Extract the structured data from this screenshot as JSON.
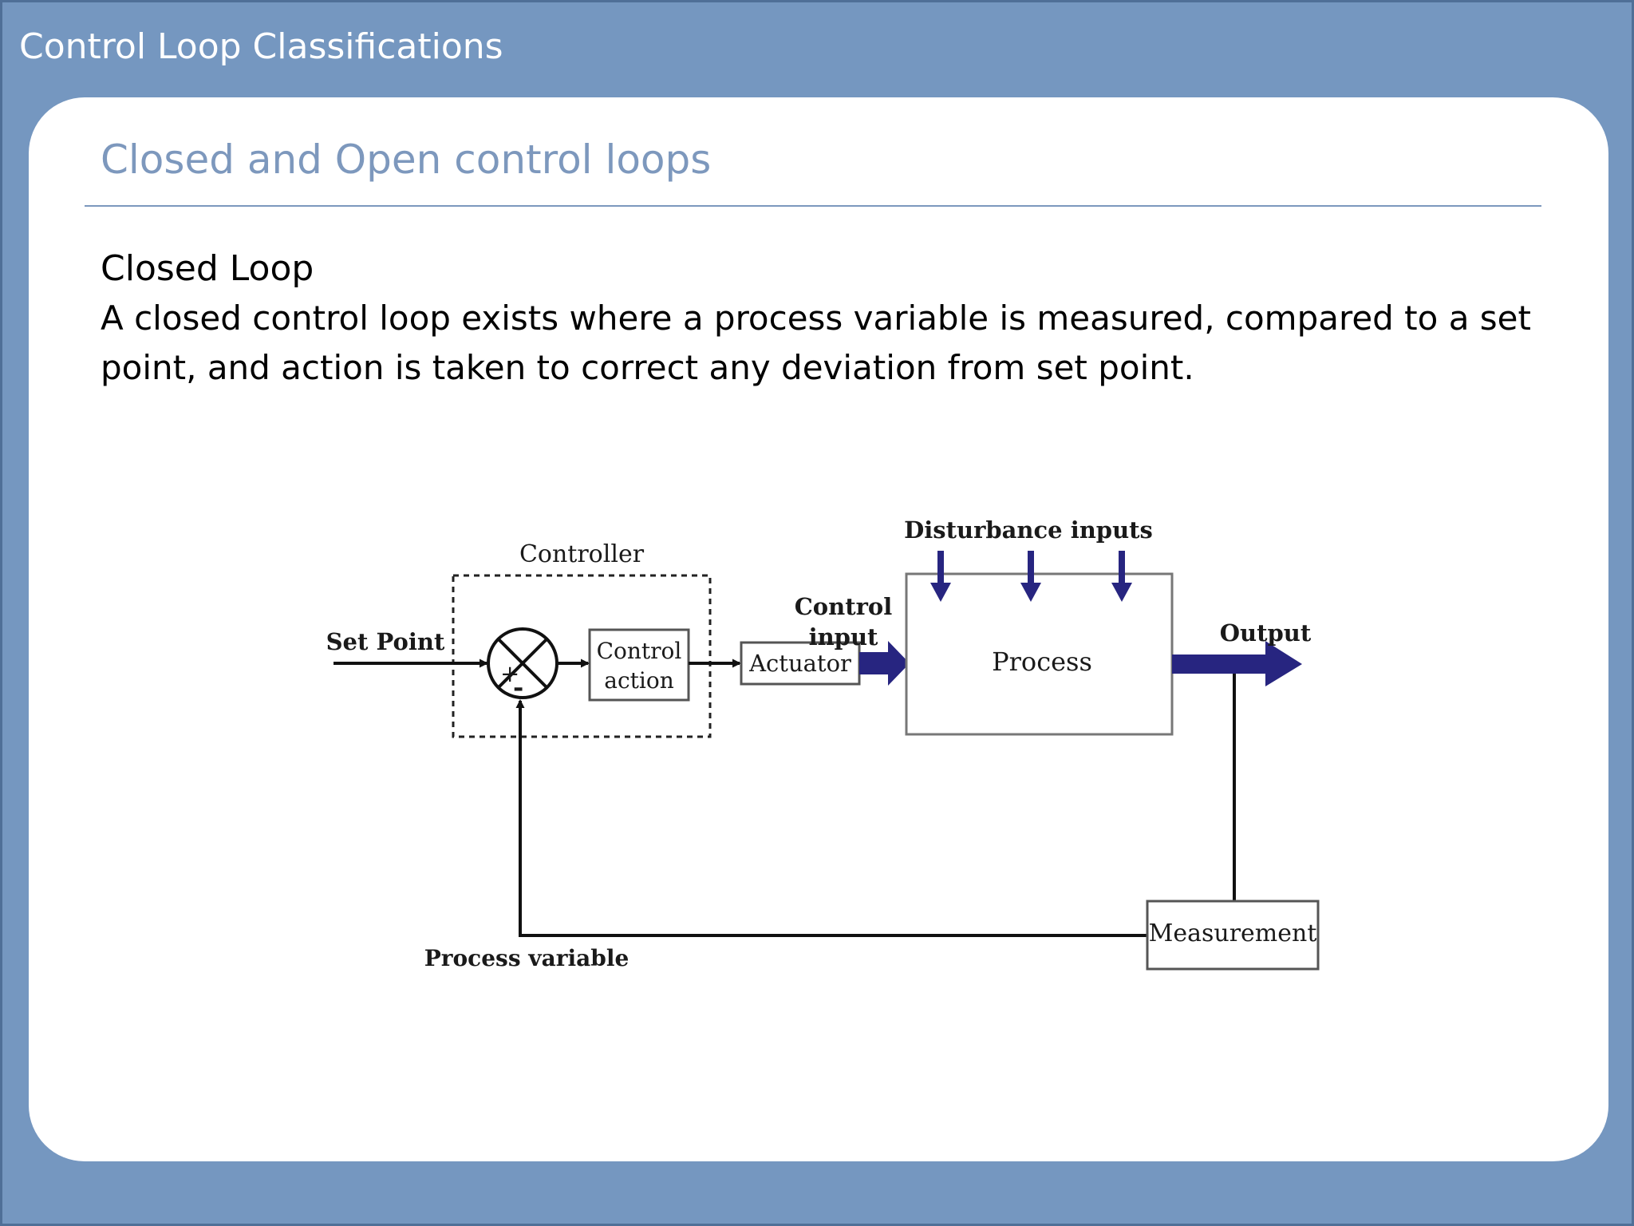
{
  "slide": {
    "header_title": "Control Loop Classifications",
    "subtitle": "Closed and Open control loops",
    "section_heading": "Closed Loop",
    "body_text": "A closed control loop exists where a process variable is measured, compared to a set point, and action is taken to correct any deviation from set point."
  },
  "diagram": {
    "labels": {
      "controller": "Controller",
      "set_point": "Set Point",
      "control_action_line1": "Control",
      "control_action_line2": "action",
      "actuator": "Actuator",
      "control_input_line1": "Control",
      "control_input_line2": "input",
      "disturbance_inputs": "Disturbance inputs",
      "process": "Process",
      "output": "Output",
      "measurement": "Measurement",
      "process_variable": "Process variable",
      "plus_sign": "+",
      "minus_sign": "-"
    },
    "colors": {
      "arrow_fill": "#272580",
      "line_color": "#111111",
      "box_border": "#777777"
    }
  }
}
